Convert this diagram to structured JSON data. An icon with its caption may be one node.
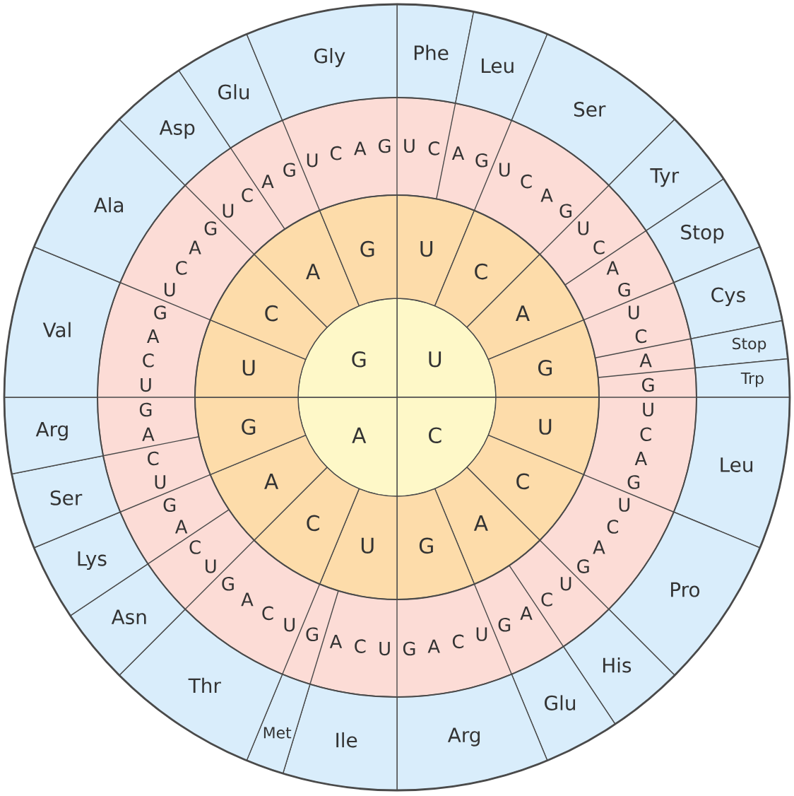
{
  "diagram": {
    "nodes": [
      {
        "text": [
          "U"
        ]
      },
      {
        "text": [
          "C"
        ]
      },
      {
        "text": [
          "A"
        ]
      },
      {
        "text": [
          "G"
        ]
      },
      {
        "text": [
          "U"
        ]
      },
      {
        "text": [
          "C"
        ]
      },
      {
        "text": [
          "A"
        ]
      },
      {
        "text": [
          "G"
        ]
      },
      {
        "text": [
          "U"
        ]
      },
      {
        "text": [
          "C"
        ]
      },
      {
        "text": [
          "A"
        ]
      },
      {
        "text": [
          "G"
        ]
      },
      {
        "text": [
          "U"
        ]
      },
      {
        "text": [
          "C"
        ]
      },
      {
        "text": [
          "A"
        ]
      },
      {
        "text": [
          "G"
        ]
      },
      {
        "text": [
          "U"
        ]
      },
      {
        "text": [
          "C"
        ]
      },
      {
        "text": [
          "A"
        ]
      },
      {
        "text": [
          "G"
        ]
      },
      {
        "text": [
          "Phe"
        ]
      },
      {
        "text": [
          "Leu"
        ]
      },
      {
        "text": [
          "Ser"
        ]
      },
      {
        "text": [
          "Tyr"
        ]
      },
      {
        "text": [
          "Stop"
        ]
      },
      {
        "text": [
          "Cys"
        ]
      },
      {
        "text": [
          "Stop"
        ]
      },
      {
        "text": [
          "Trp"
        ]
      },
      {
        "text": [
          "Leu"
        ]
      },
      {
        "text": [
          "Pro"
        ]
      },
      {
        "text": [
          "His"
        ]
      },
      {
        "text": [
          "Glu"
        ]
      },
      {
        "text": [
          "Arg"
        ]
      },
      {
        "text": [
          "Ile"
        ]
      },
      {
        "text": [
          "Met"
        ]
      },
      {
        "text": [
          "Thr"
        ]
      },
      {
        "text": [
          "Asn"
        ]
      },
      {
        "text": [
          "Lys"
        ]
      },
      {
        "text": [
          "Ser"
        ]
      },
      {
        "text": [
          "Arg"
        ]
      },
      {
        "text": [
          "Val"
        ]
      },
      {
        "text": [
          "Ala"
        ]
      },
      {
        "text": [
          "Asp"
        ]
      },
      {
        "text": [
          "Glu"
        ]
      },
      {
        "text": [
          "Gly"
        ]
      }
    ],
    "labels": [
      "U",
      "C",
      "A",
      "G",
      "U",
      "C",
      "A",
      "G",
      "U",
      "C",
      "A",
      "G",
      "U",
      "C",
      "A",
      "G",
      "U",
      "C",
      "A",
      "G",
      "U",
      "C",
      "A",
      "G",
      "U",
      "C",
      "A",
      "G",
      "U",
      "C",
      "A",
      "G",
      "U",
      "C",
      "A",
      "G",
      "U",
      "C",
      "A",
      "G",
      "U",
      "C",
      "A",
      "G",
      "U",
      "C",
      "A",
      "G",
      "U",
      "C",
      "A",
      "G",
      "U",
      "C",
      "A",
      "G",
      "U",
      "C",
      "A",
      "G",
      "U",
      "C",
      "A",
      "G"
    ]
  }
}
